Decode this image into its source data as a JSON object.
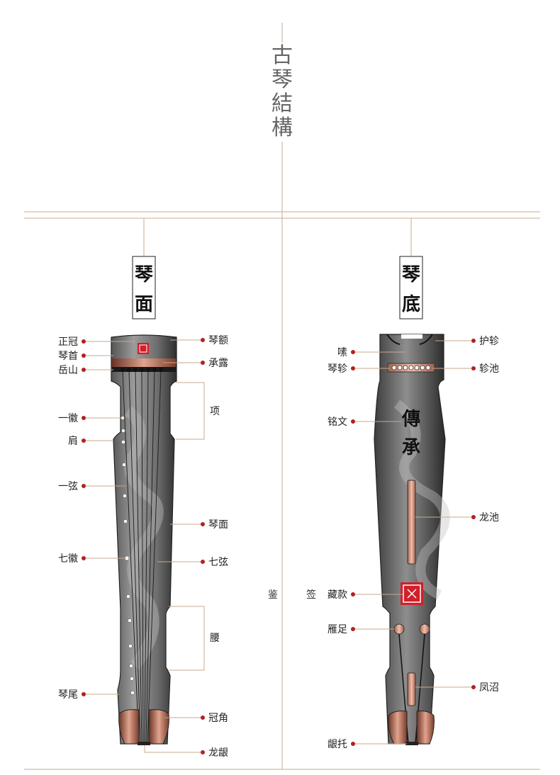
{
  "title": "古琴結構",
  "front": {
    "heading_top": "琴",
    "heading_bottom": "面",
    "labels": {
      "zheng_guan": "正冠",
      "qin_shou": "琴首",
      "yue_shan": "岳山",
      "yi_hui": "一徽",
      "jian": "肩",
      "yi_xian": "一弦",
      "qi_hui": "七徽",
      "qin_wei": "琴尾",
      "qin_e": "琴额",
      "cheng_lu": "承露",
      "xiang": "项",
      "qin_mian": "琴面",
      "qi_xian": "七弦",
      "yao": "腰",
      "guan_jiao": "冠角",
      "long_yin": "龙龈"
    }
  },
  "back": {
    "heading_top": "琴",
    "heading_bottom": "底",
    "labels": {
      "hu_zhen": "护轸",
      "sou": "嗉",
      "qin_zhen": "琴轸",
      "zhen_chi": "轸池",
      "ming_wen": "铭文",
      "long_chi": "龙池",
      "cang_kuan": "藏款",
      "yan_zu": "雁足",
      "feng_zhao": "凤沼",
      "yin_tuo": "龈托"
    }
  },
  "fragments": {
    "left_edge_glyph": "签",
    "mid_glyph": "鉴"
  },
  "colors": {
    "rule": "#c8a98c",
    "dot": "#b22222",
    "body_dark": "#3a3a3a",
    "body_light": "#9a9a9a",
    "copper": "#c9836a",
    "seal_red": "#d0202a"
  }
}
